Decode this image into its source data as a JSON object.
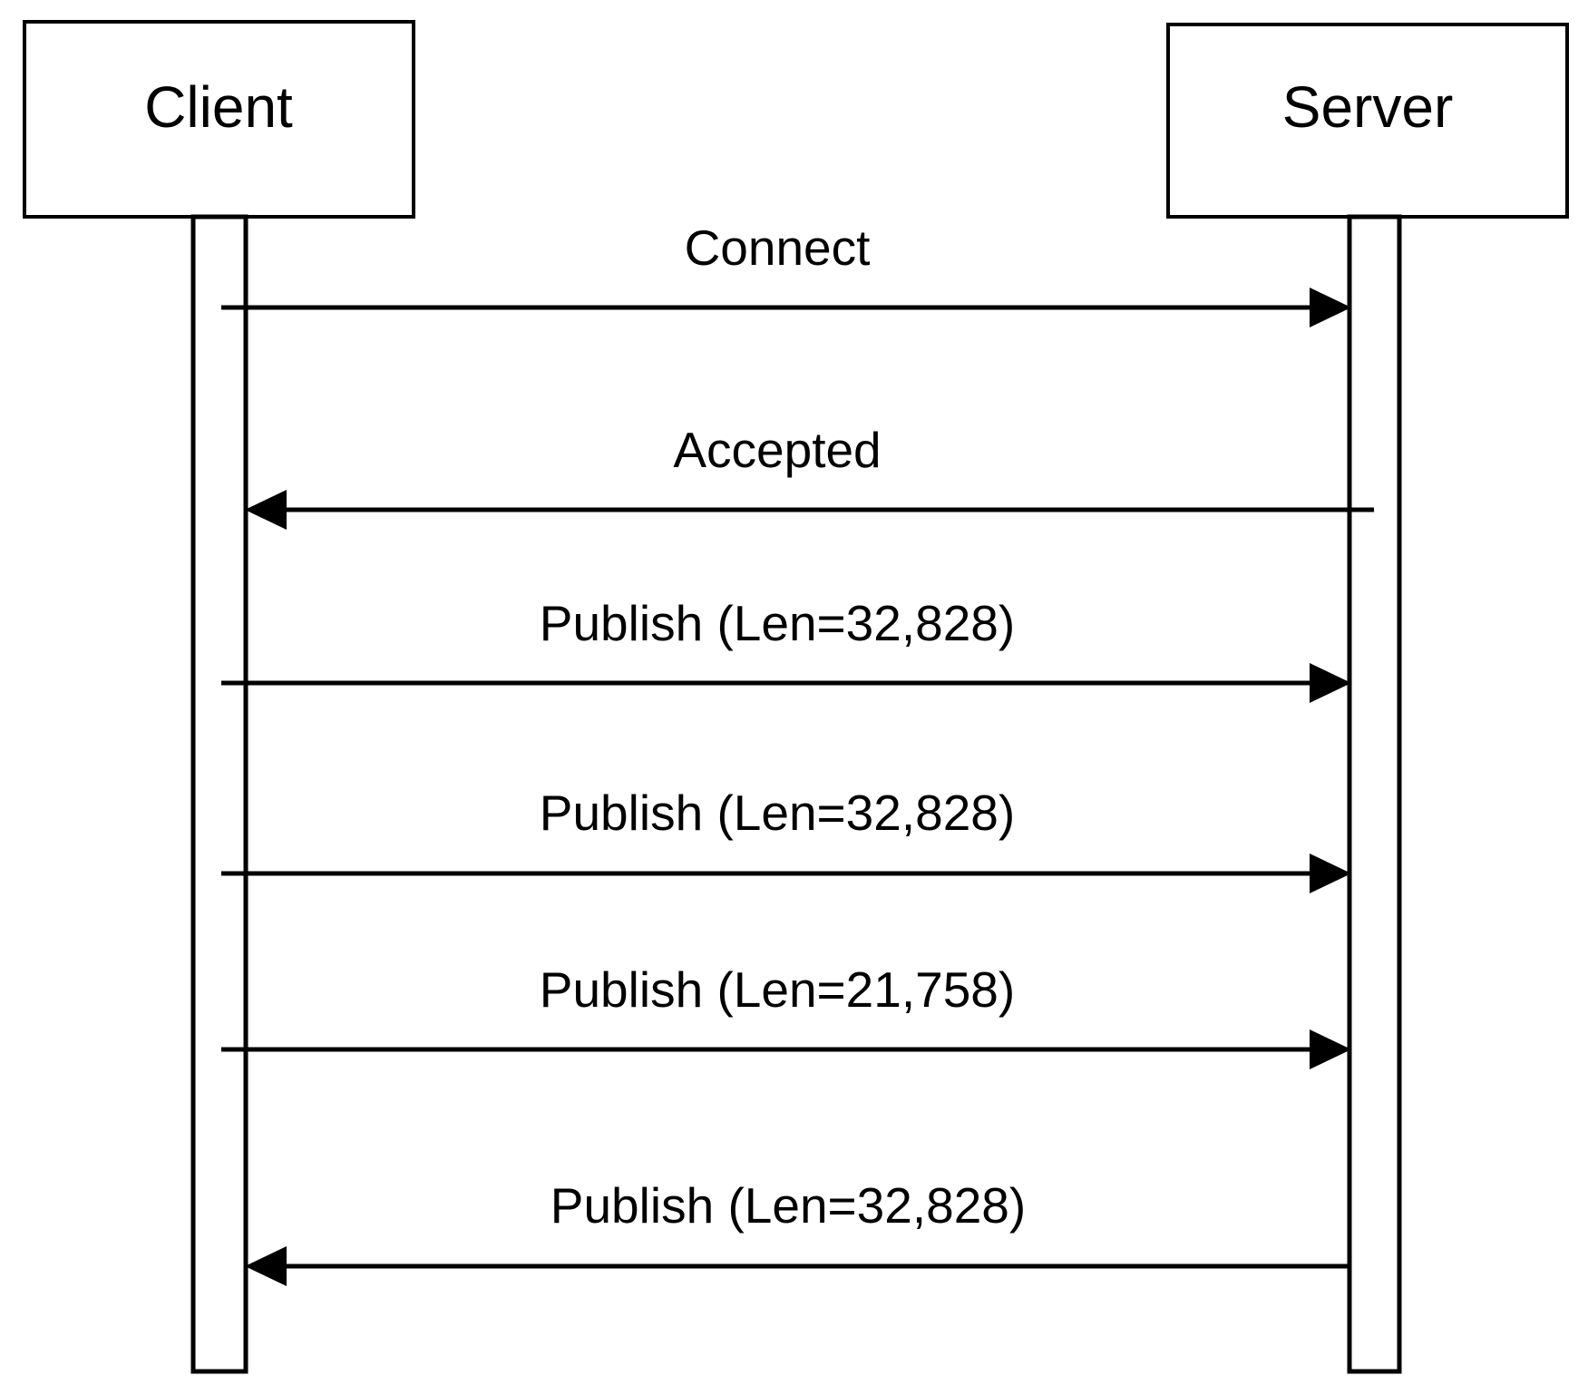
{
  "diagram": {
    "type": "sequence-diagram",
    "title": "",
    "background_color": "#ffffff",
    "line_color": "#000000",
    "participants": [
      {
        "id": "client",
        "label": "Client"
      },
      {
        "id": "server",
        "label": "Server"
      }
    ],
    "messages": [
      {
        "index": 1,
        "label": "Connect",
        "from": "client",
        "to": "server",
        "direction": "right"
      },
      {
        "index": 2,
        "label": "Accepted",
        "from": "server",
        "to": "client",
        "direction": "left"
      },
      {
        "index": 3,
        "label": "Publish (Len=32,828)",
        "from": "client",
        "to": "server",
        "direction": "right"
      },
      {
        "index": 4,
        "label": "Publish (Len=32,828)",
        "from": "client",
        "to": "server",
        "direction": "right"
      },
      {
        "index": 5,
        "label": "Publish (Len=21,758)",
        "from": "client",
        "to": "server",
        "direction": "right"
      },
      {
        "index": 6,
        "label": "Publish (Len=32,828)",
        "from": "server",
        "to": "client",
        "direction": "left"
      }
    ]
  }
}
